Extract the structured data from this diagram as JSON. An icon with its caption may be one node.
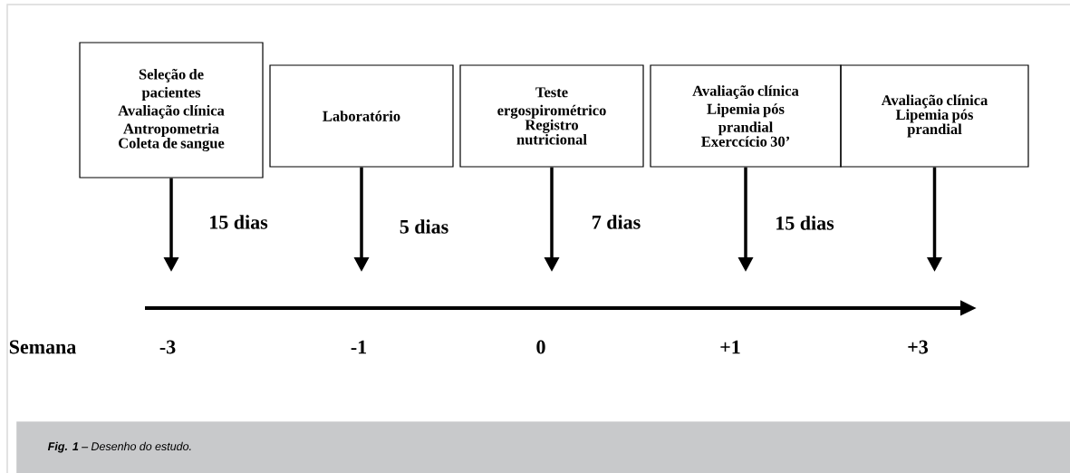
{
  "diagram": {
    "caption": "**Fig. 1** – Desenho do estudo.",
    "nodes": [
      {
        "text": [
          "Seleção de pacientes",
          "Avaliação clínica",
          "Antropometria",
          "Coleta de sangue"
        ]
      },
      {
        "text": [
          "Laboratório"
        ]
      },
      {
        "text": [
          "Teste ergospirométrico",
          "Registro nutricional"
        ]
      },
      {
        "text": [
          "Avaliação clínica",
          "Lipemia pós prandial",
          "Exerccício 30’"
        ]
      },
      {
        "text": [
          "Avaliação clínica",
          "Lipemia pós prandial"
        ]
      }
    ],
    "edges": [
      {
        "from": 0,
        "to": null,
        "arrow": "to"
      },
      {
        "from": 1,
        "to": null,
        "arrow": "to"
      },
      {
        "from": 2,
        "to": null,
        "arrow": "to"
      },
      {
        "from": 3,
        "to": null,
        "arrow": "to"
      },
      {
        "from": 4,
        "to": null,
        "arrow": "to"
      }
    ],
    "labels": [
      "15 dias",
      "5 dias",
      "7 dias",
      "15 dias",
      "Semana",
      "-3",
      "-1",
      "0",
      "+1",
      "+3"
    ]
  }
}
